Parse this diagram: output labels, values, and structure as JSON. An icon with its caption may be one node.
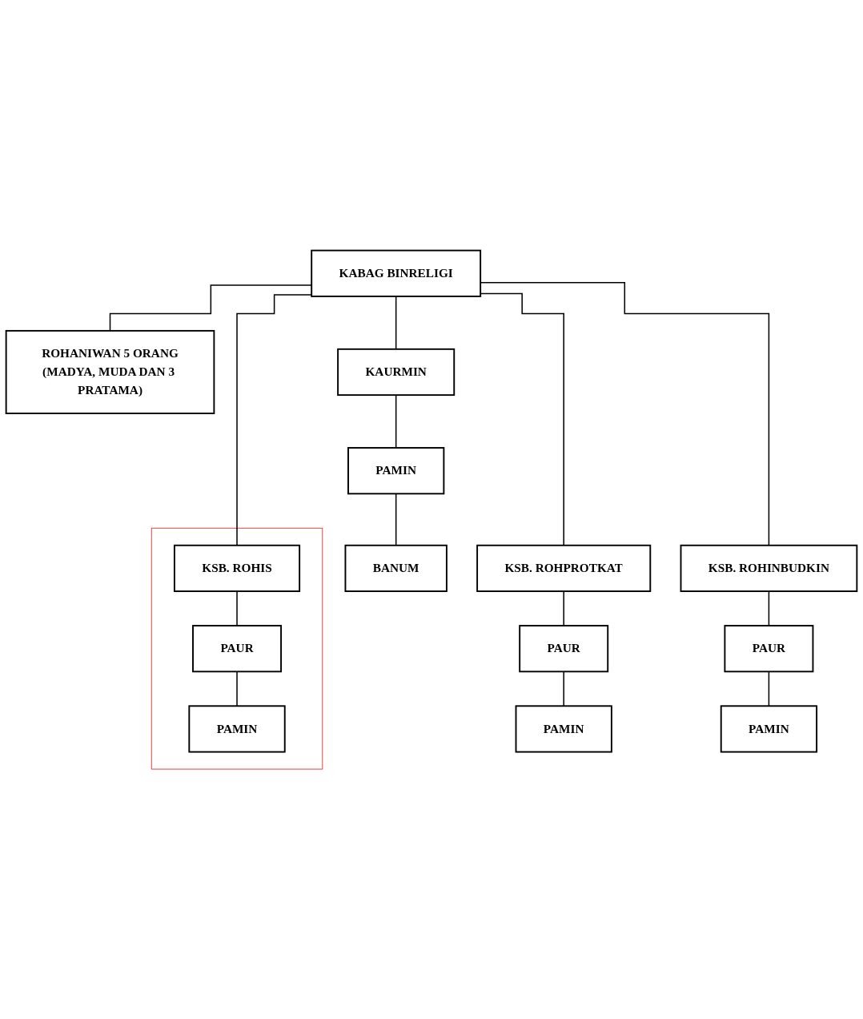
{
  "diagram": {
    "nodes": [
      {
        "text": [
          "KABAG BINRELIGI"
        ]
      },
      {
        "text": [
          "ROHANIWAN 5 ORANG",
          "(MADYA, MUDA DAN 3 PRATAMA)"
        ]
      },
      {
        "text": [
          "KAURMIN"
        ]
      },
      {
        "text": [
          "PAMIN"
        ]
      },
      {
        "text": [
          "BANUM"
        ]
      },
      {
        "text": [],
        "shape": "box"
      },
      {
        "text": [
          "KSB. ROHIS"
        ],
        "in": 5
      },
      {
        "text": [
          "PAUR"
        ],
        "in": 5
      },
      {
        "text": [
          "PAMIN"
        ],
        "in": 5
      },
      {
        "text": [
          "KSB. ROHPROTKAT"
        ]
      },
      {
        "text": [
          "PAUR"
        ]
      },
      {
        "text": [
          "PAMIN"
        ]
      },
      {
        "text": [
          "KSB. ROHINBUDKIN"
        ]
      },
      {
        "text": [
          "PAUR"
        ]
      },
      {
        "text": [
          "PAMIN"
        ]
      }
    ],
    "edges": [
      {
        "from": 0,
        "to": 1,
        "arrow": "none"
      },
      {
        "from": 0,
        "to": 2,
        "arrow": "none"
      },
      {
        "from": 2,
        "to": 3,
        "arrow": "none"
      },
      {
        "from": 3,
        "to": 4,
        "arrow": "none"
      },
      {
        "from": 0,
        "to": 6,
        "arrow": "none"
      },
      {
        "from": 0,
        "to": 9,
        "arrow": "none"
      },
      {
        "from": 0,
        "to": 12,
        "arrow": "none"
      },
      {
        "from": 6,
        "to": 7,
        "arrow": "none"
      },
      {
        "from": 7,
        "to": 8,
        "arrow": "none"
      },
      {
        "from": 9,
        "to": 10,
        "arrow": "none"
      },
      {
        "from": 10,
        "to": 11,
        "arrow": "none"
      },
      {
        "from": 12,
        "to": 13,
        "arrow": "none"
      },
      {
        "from": 13,
        "to": 14,
        "arrow": "none"
      }
    ]
  }
}
